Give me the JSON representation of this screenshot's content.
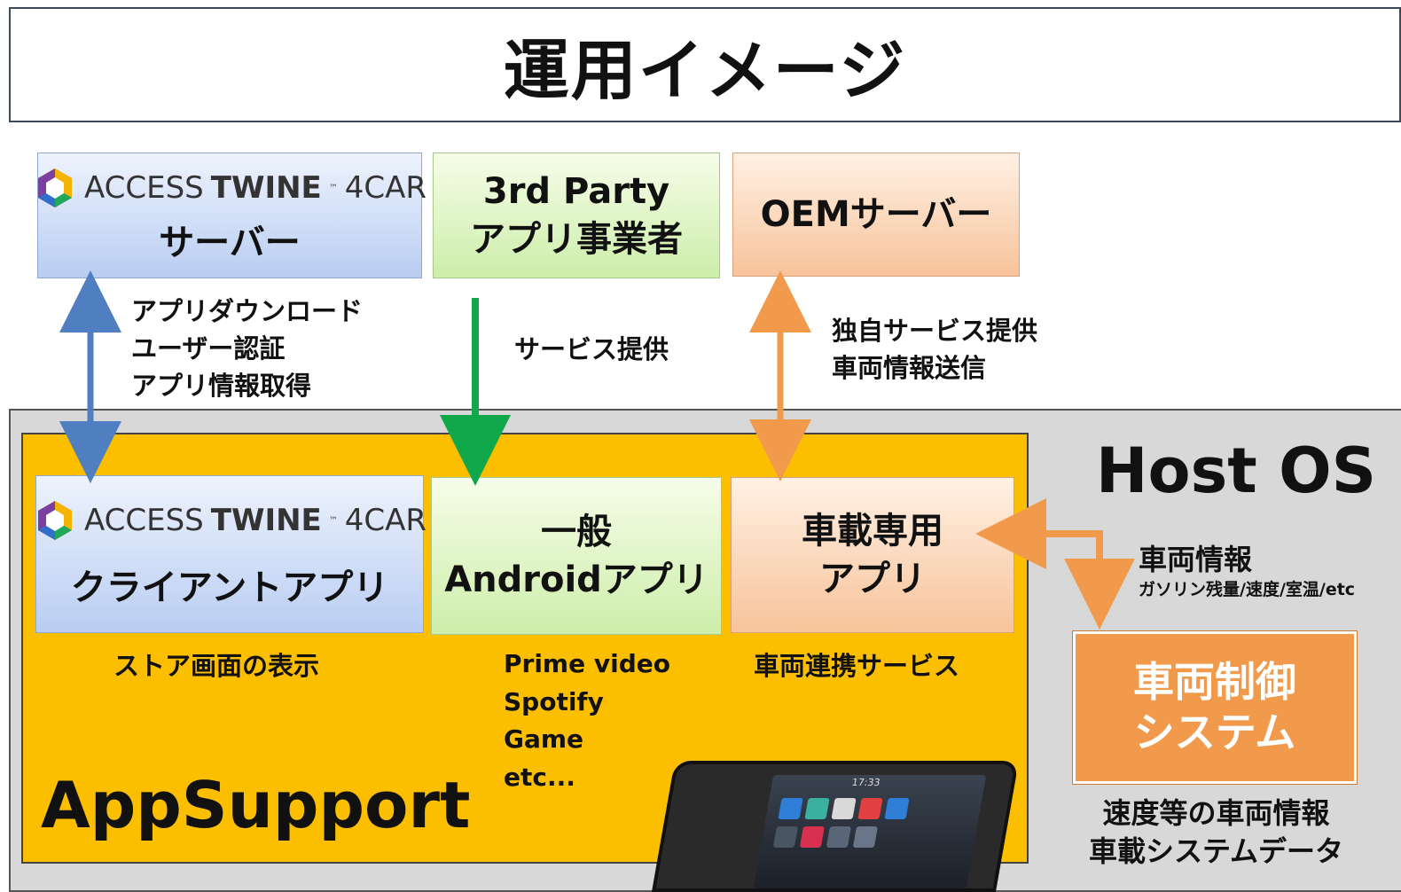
{
  "title": "運用イメージ",
  "brand": {
    "prefix": "ACCESS",
    "name": "TWINE",
    "tm": "™",
    "suffix": "4CAR"
  },
  "servers": {
    "twine": {
      "label": "サーバー"
    },
    "third_party": {
      "line1": "3rd Party",
      "line2": "アプリ事業者"
    },
    "oem": {
      "label": "OEMサーバー"
    }
  },
  "notes": {
    "twine": [
      "アプリダウンロード",
      "ユーザー認証",
      "アプリ情報取得"
    ],
    "third_party": "サービス提供",
    "oem": [
      "独自サービス提供",
      "車両情報送信"
    ]
  },
  "host_os": "Host OS",
  "app_support": "AppSupport",
  "apps": {
    "client": {
      "label": "クライアントアプリ",
      "caption": "ストア画面の表示"
    },
    "android": {
      "line1": "一般",
      "line2": "Androidアプリ",
      "examples": [
        "Prime video",
        "Spotify",
        "Game",
        "etc..."
      ]
    },
    "vehicle": {
      "line1": "車載専用",
      "line2": "アプリ",
      "caption": "車両連携サービス"
    }
  },
  "vehicle_info": {
    "title": "車両情報",
    "detail": "ガソリン残量/速度/室温/etc"
  },
  "vehicle_control": {
    "line1": "車両制御",
    "line2": "システム",
    "caption": [
      "速度等の車両情報",
      "車載システムデータ"
    ]
  },
  "tablet": {
    "time": "17:33"
  },
  "colors": {
    "blue_arrow": "#4f7fc0",
    "green_arrow": "#10a84a",
    "orange_arrow": "#f29a4c",
    "appsupport": "#fbbf00",
    "host_os": "#d8d8d8"
  }
}
